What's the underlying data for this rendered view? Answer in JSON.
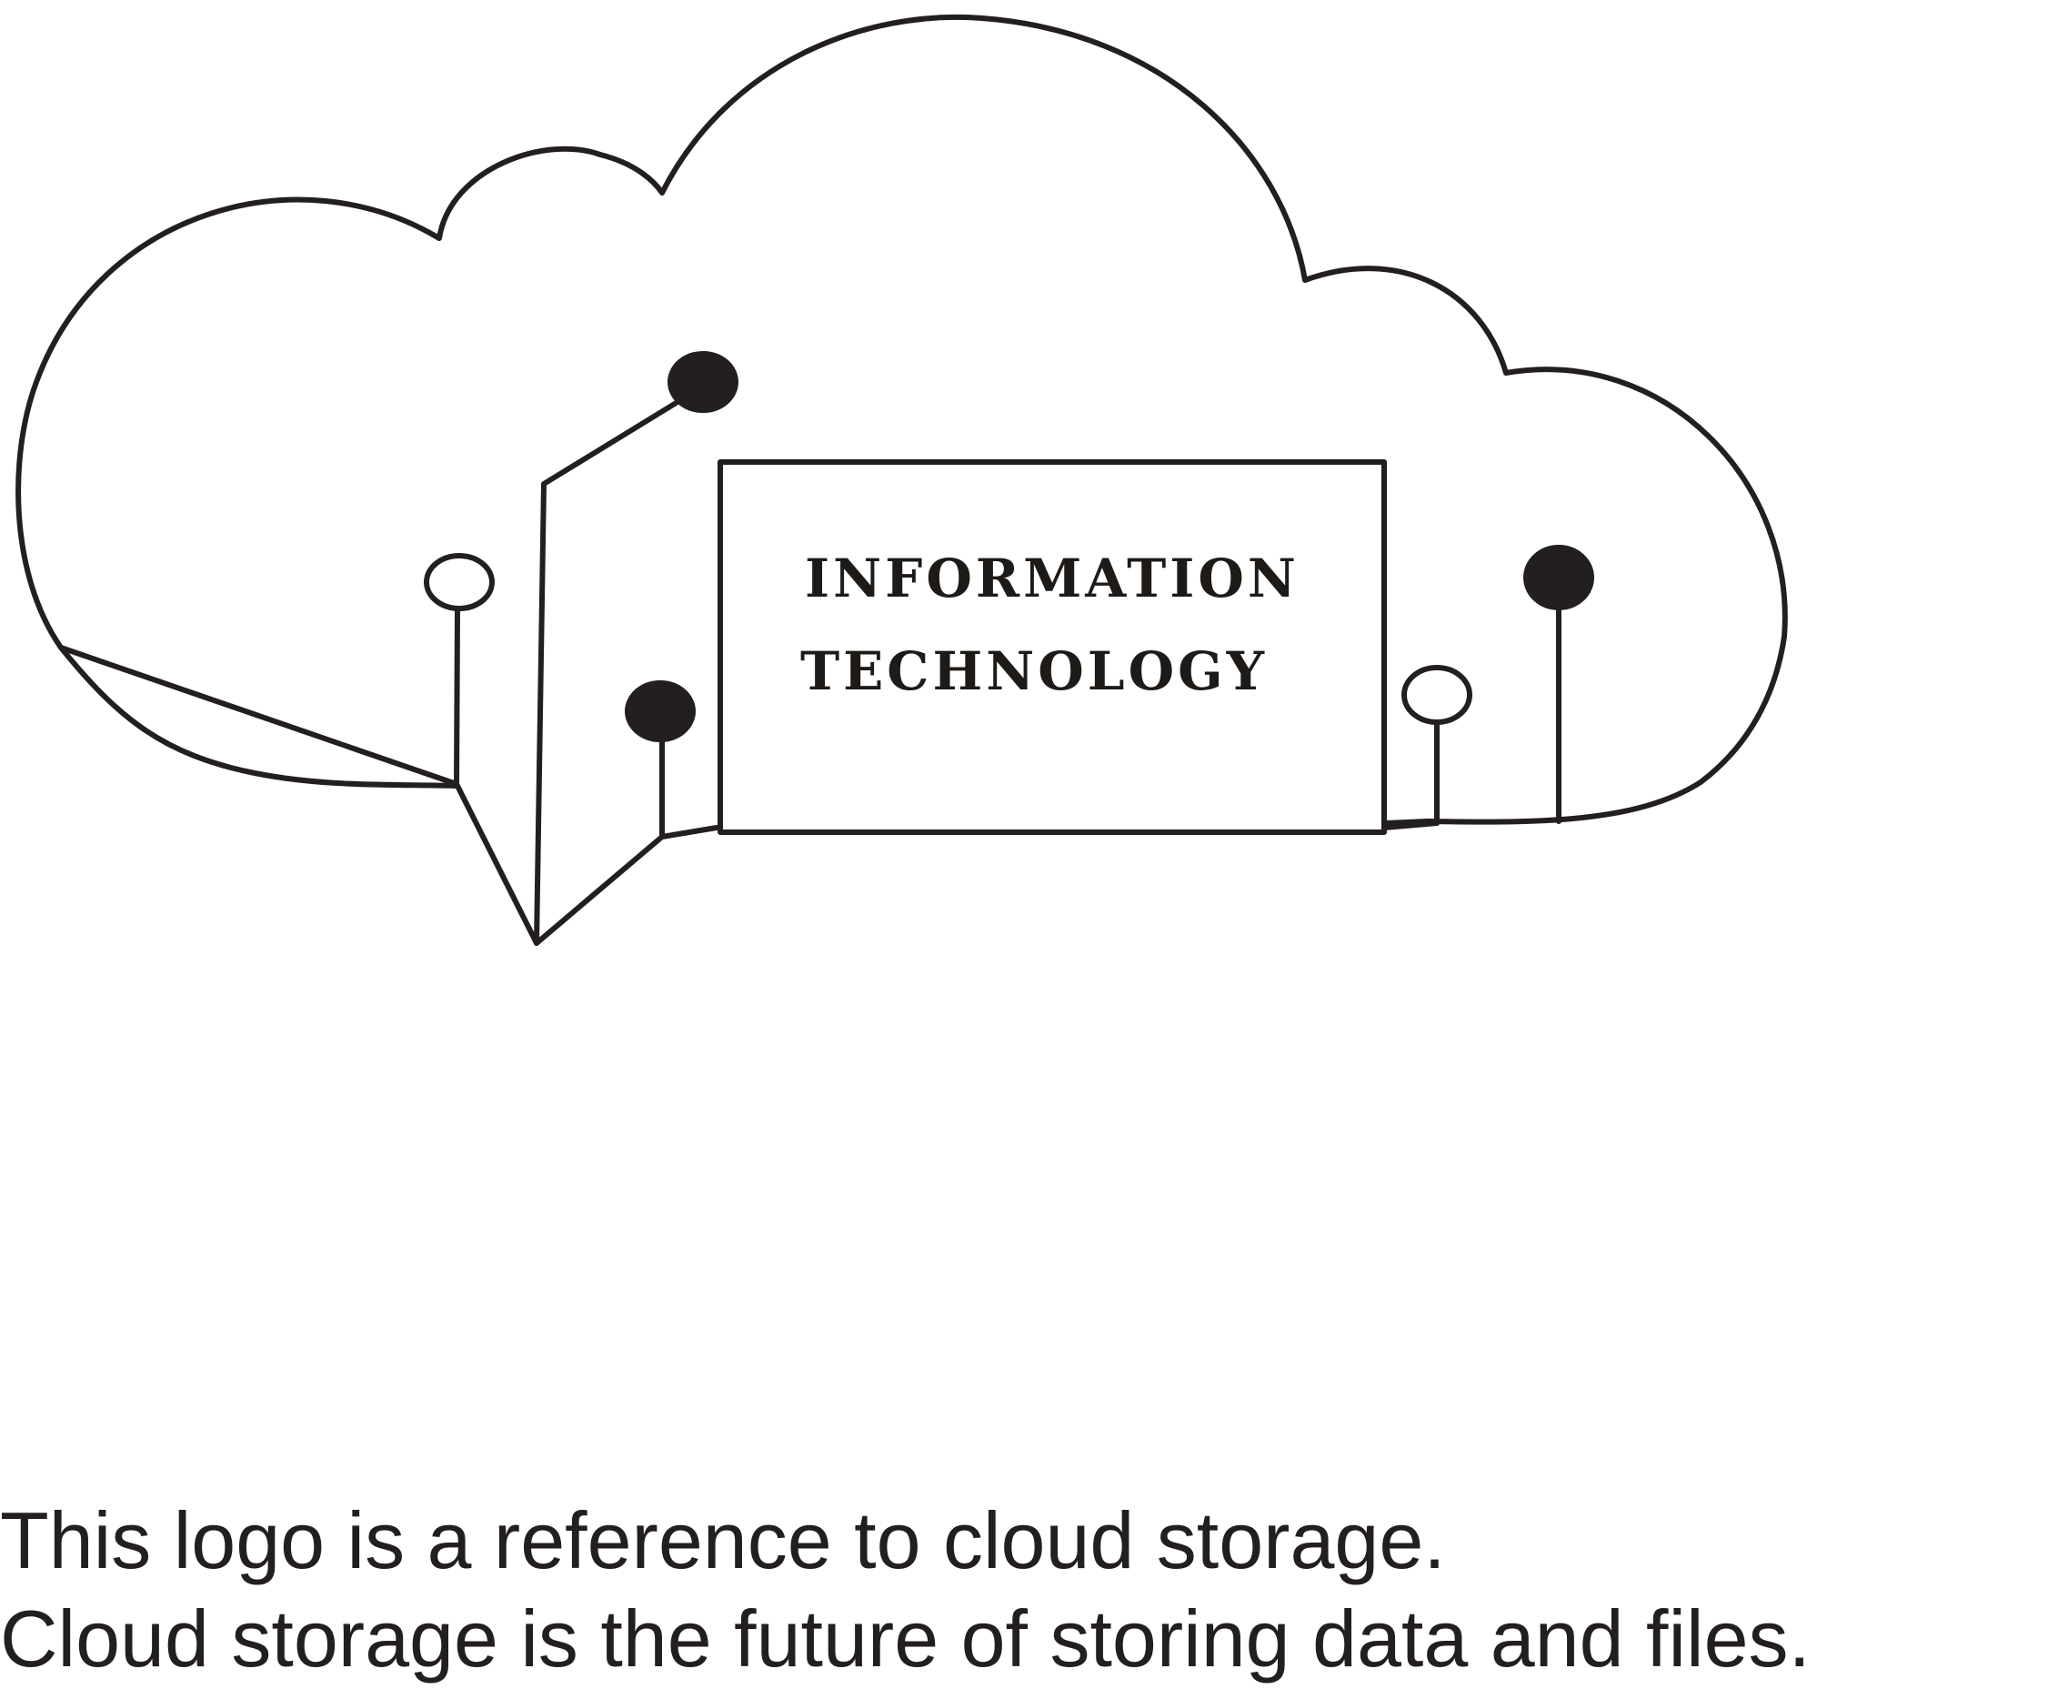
{
  "logo": {
    "line1": "INFORMATION",
    "line2": "TECHNOLOGY"
  },
  "caption": {
    "line1": "This logo is a reference to cloud storage.",
    "line2": "Cloud storage is the future of storing data and files."
  },
  "colors": {
    "ink": "#231f20",
    "background": "#ffffff"
  }
}
